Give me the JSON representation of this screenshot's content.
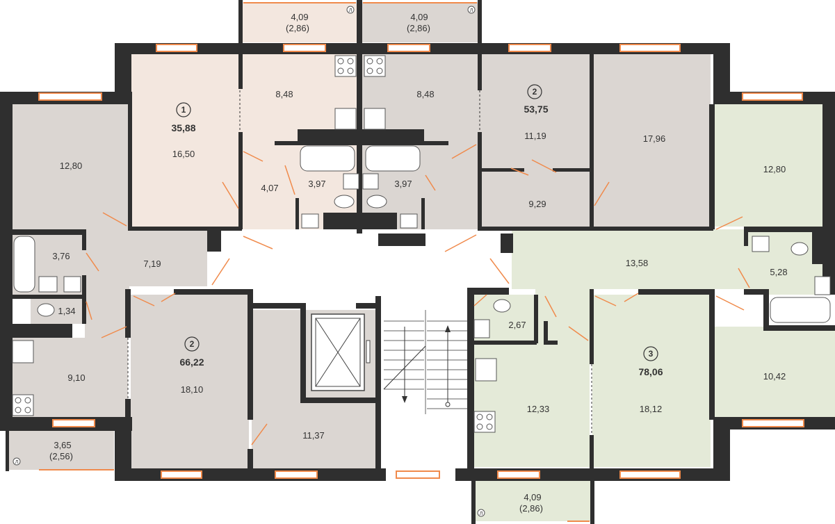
{
  "apartments": [
    {
      "number": "1",
      "area": "35,88"
    },
    {
      "number": "2",
      "area": "53,75"
    },
    {
      "number": "2",
      "area": "66,22"
    },
    {
      "number": "3",
      "area": "78,06"
    }
  ],
  "rooms": {
    "balcony_top_left": {
      "area": "4,09",
      "reduced": "(2,86)"
    },
    "balcony_top_right": {
      "area": "4,09",
      "reduced": "(2,86)"
    },
    "balcony_bottom_left": {
      "area": "3,65",
      "reduced": "(2,56)"
    },
    "balcony_bottom_center": {
      "area": "4,09",
      "reduced": "(2,86)"
    },
    "balcony_mark": "Л",
    "r_12_80_left": "12,80",
    "r_3_76": "3,76",
    "r_1_34": "1,34",
    "r_7_19": "7,19",
    "r_9_10": "9,10",
    "r_16_50": "16,50",
    "r_8_48_a": "8,48",
    "r_8_48_b": "8,48",
    "r_4_07": "4,07",
    "r_3_97_a": "3,97",
    "r_3_97_b": "3,97",
    "r_11_19": "11,19",
    "r_9_29": "9,29",
    "r_17_96": "17,96",
    "r_12_80_right": "12,80",
    "r_13_58": "13,58",
    "r_5_28": "5,28",
    "r_18_10": "18,10",
    "r_11_37": "11,37",
    "r_2_67": "2,67",
    "r_12_33": "12,33",
    "r_18_12": "18,12",
    "r_10_42": "10,42"
  },
  "colors": {
    "wall": "#2f2f2f",
    "apt1": "#f3e7df",
    "gray": "#dbd6d2",
    "green": "#e4ead8",
    "common": "#ffffff",
    "accent": "#f08a4b"
  }
}
